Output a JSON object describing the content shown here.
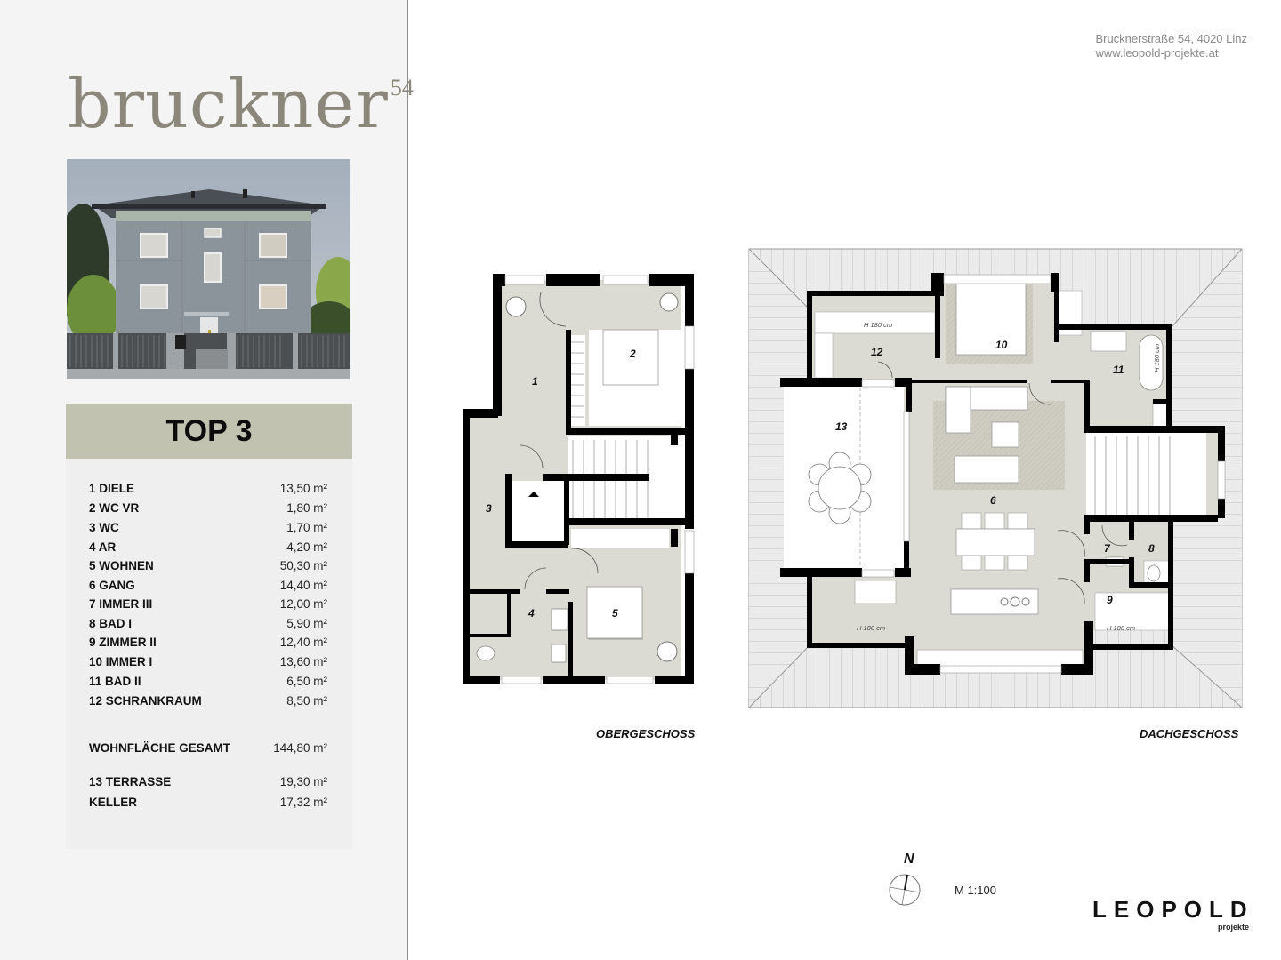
{
  "brand": {
    "name": "bruckner",
    "superscript": "54"
  },
  "header": {
    "address_line1": "Brucknerstraße 54, 4020 Linz",
    "address_line2": "www.leopold-projekte.at"
  },
  "photo": {
    "alt": "Rendering of three-storey villa with hip roof and front fence"
  },
  "unit": {
    "title": "TOP 3"
  },
  "rooms": [
    {
      "label": "1 DIELE",
      "area": "13,50 m²"
    },
    {
      "label": "2 WC VR",
      "area": "1,80 m²"
    },
    {
      "label": "3 WC",
      "area": "1,70 m²"
    },
    {
      "label": "4 AR",
      "area": "4,20 m²"
    },
    {
      "label": "5 WOHNEN",
      "area": "50,30 m²"
    },
    {
      "label": "6 GANG",
      "area": "14,40 m²"
    },
    {
      "label": "7 IMMER III",
      "area": "12,00 m²"
    },
    {
      "label": "8 BAD I",
      "area": "5,90 m²"
    },
    {
      "label": "9 ZIMMER II",
      "area": "12,40 m²"
    },
    {
      "label": "10 IMMER I",
      "area": "13,60 m²"
    },
    {
      "label": "11 BAD II",
      "area": "6,50 m²"
    },
    {
      "label": "12 SCHRANKRAUM",
      "area": "8,50 m²"
    }
  ],
  "total": {
    "label": "WOHNFLÄCHE GESAMT",
    "area": "144,80 m²"
  },
  "extras": [
    {
      "label": "13 TERRASSE",
      "area": "19,30 m²"
    },
    {
      "label": "KELLER",
      "area": "17,32 m²"
    }
  ],
  "plans": {
    "upper": {
      "label": "OBERGESCHOSS",
      "room_numbers": [
        "1",
        "2",
        "3",
        "4",
        "5"
      ]
    },
    "attic": {
      "label": "DACHGESCHOSS",
      "room_numbers": [
        "6",
        "7",
        "8",
        "9",
        "10",
        "11",
        "12",
        "13"
      ],
      "height_notes": [
        "H 180 cm",
        "H 180 cm",
        "H 180 cm",
        "H 180 cm"
      ]
    }
  },
  "footer": {
    "north_label": "N",
    "scale": "M 1:100",
    "logo_main": "LEOPOLD",
    "logo_sub": "projekte"
  },
  "colors": {
    "brand_text": "#8b877a",
    "unit_header_bg": "#c2c2b0",
    "panel_bg": "#f4f4f4",
    "floor_fill": "#dcdbd3",
    "wall": "#000000",
    "roof_hatch": "#e4e4e4"
  }
}
